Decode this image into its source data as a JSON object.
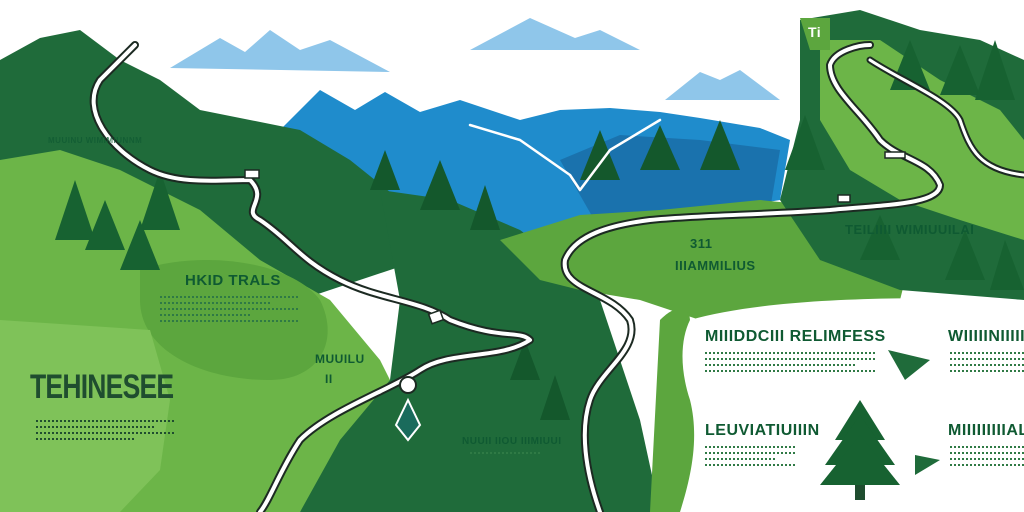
{
  "map": {
    "title": "TEHINESEE",
    "labels": {
      "trails": "HKID TRALS",
      "left_small": "MUUINU WIMIMIUNNM",
      "mid_small_1": "MUUILU",
      "mid_small_2": "II",
      "center_top_1": "311",
      "center_top_2": "IIIAMMILIUS",
      "right_top": "TEILIIII WIMIUUILAI",
      "center_bottom": "NUUII IIOU IIIMIUUI",
      "corner_tag": "Ti",
      "panel_heading_1": "MIIIDDCIII RELIMFESS",
      "panel_heading_2": "WIIIIINIIIII",
      "panel_heading_3": "LEUVIATIUIIIN",
      "panel_heading_4": "MIIIIIIIIIAL"
    }
  },
  "colors": {
    "dark_green": "#1f6b3a",
    "mid_green": "#3f9a47",
    "light_green": "#6cb548",
    "blue": "#1f8ccc",
    "sky_blue": "#8fc6ea",
    "trail": "#ffffff",
    "trail_edge": "#1c2a22"
  },
  "icons": [
    "trail-marker-icon",
    "signpost-icon",
    "arrow-right-icon",
    "pine-tree-icon"
  ]
}
